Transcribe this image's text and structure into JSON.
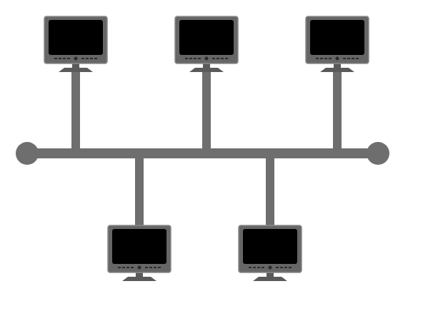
{
  "diagram": {
    "type": "bus-topology",
    "colors": {
      "background": "#ffffff",
      "cable": "#6e6e6e",
      "terminator": "#6e6e6e",
      "monitor_bezel": "#666666",
      "monitor_bezel_edge": "#8a8a8a",
      "monitor_screen": "#000000",
      "monitor_stand": "#5a5a5a",
      "monitor_buttons": "#2b2b2b"
    },
    "nodes": [
      {
        "id": "computer-1",
        "icon": "monitor-icon",
        "side": "top"
      },
      {
        "id": "computer-2",
        "icon": "monitor-icon",
        "side": "top"
      },
      {
        "id": "computer-3",
        "icon": "monitor-icon",
        "side": "top"
      },
      {
        "id": "computer-4",
        "icon": "monitor-icon",
        "side": "bottom"
      },
      {
        "id": "computer-5",
        "icon": "monitor-icon",
        "side": "bottom"
      }
    ],
    "terminators": [
      {
        "id": "terminator-left",
        "icon": "terminator-icon"
      },
      {
        "id": "terminator-right",
        "icon": "terminator-icon"
      }
    ]
  }
}
